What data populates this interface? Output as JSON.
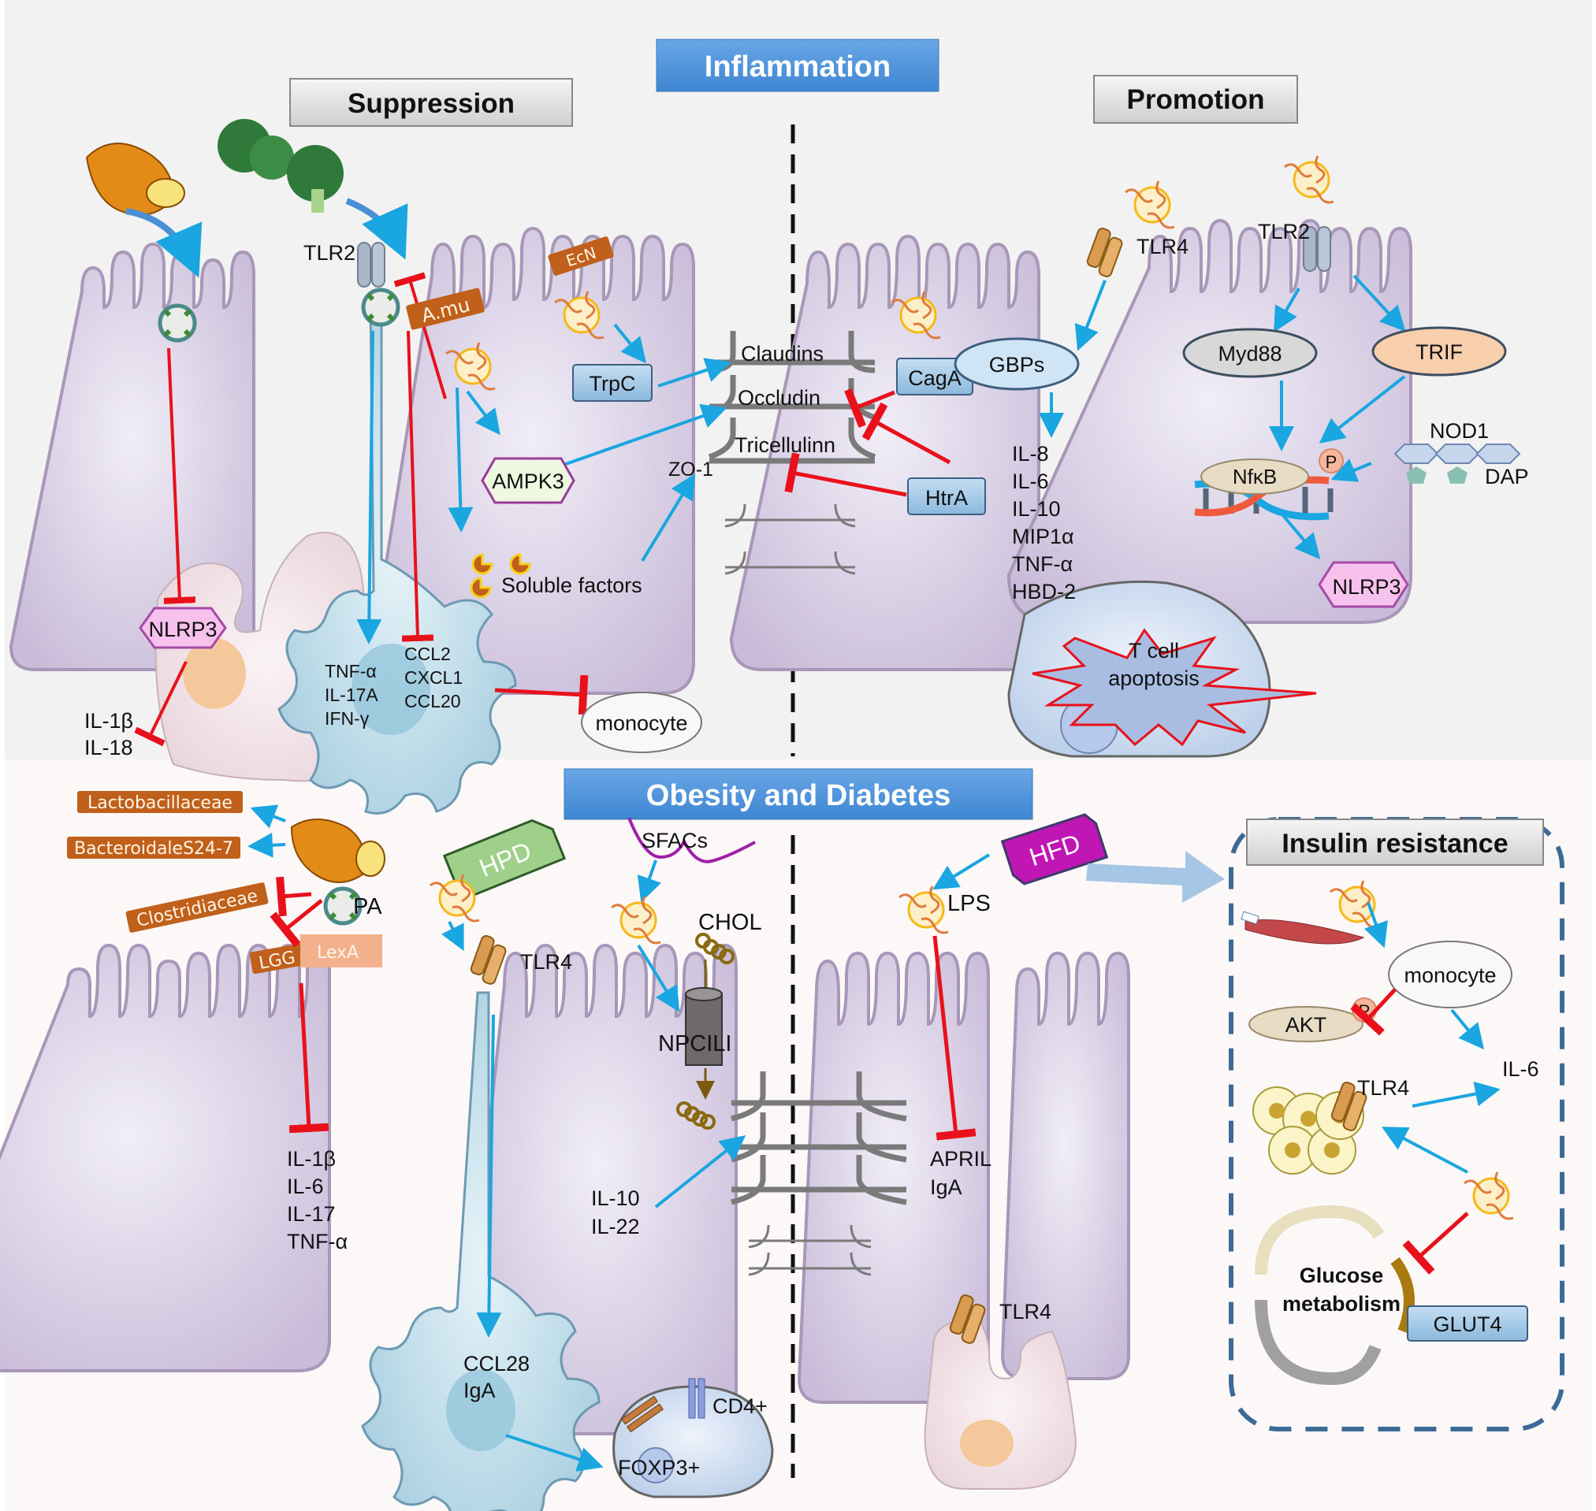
{
  "sections": {
    "inflammation": {
      "title": "Inflammation",
      "suppression_label": "Suppression",
      "promotion_label": "Promotion"
    },
    "obesity": {
      "title": "Obesity and Diabetes",
      "insulin_label": "Insulin resistance"
    }
  },
  "suppression": {
    "tlr2": "TLR2",
    "bacteria_amu": "A.mu",
    "bacteria_ecn": "EcN",
    "trpc": "TrpC",
    "ampk3": "AMPK3",
    "soluble_factors": "Soluble factors",
    "zo1": "ZO-1",
    "nlrp3": "NLRP3",
    "il_left": [
      "IL-1β",
      "IL-18"
    ],
    "dc_cytokines": [
      "TNF-α",
      "IL-17A",
      "IFN-γ"
    ],
    "chemokines": [
      "CCL2",
      "CXCL1",
      "CCL20"
    ],
    "monocyte": "monocyte"
  },
  "tight_junction": {
    "claudins": "Claudins",
    "occludin": "Occludin",
    "tricellulin": "Tricellulinn"
  },
  "promotion": {
    "caga": "CagA",
    "gbps": "GBPs",
    "htra": "HtrA",
    "tlr4": "TLR4",
    "tlr2": "TLR2",
    "cytokines": [
      "IL-8",
      "IL-6",
      "IL-10",
      "MIP1α",
      "TNF-α",
      "HBD-2"
    ],
    "myd88": "Myd88",
    "trif": "TRIF",
    "nfkb": "NfκB",
    "p": "P",
    "nod1": "NOD1",
    "dap": "DAP",
    "nlrp3": "NLRP3",
    "tcell": [
      "T cell",
      "apoptosis"
    ]
  },
  "obesity_left": {
    "bacteria": [
      "Lactobacillaceae",
      "BacteroidaleS24-7",
      "Clostridiaceae"
    ],
    "pa": "PA",
    "lgg": "LGG",
    "lexa": "LexA",
    "cytokines": [
      "IL-1β",
      "IL-6",
      "IL-17",
      "TNF-α"
    ],
    "hpd": "HPD",
    "tlr4": "TLR4",
    "dc": [
      "CCL28",
      "IgA"
    ],
    "cd4": "CD4+",
    "foxp3": "FOXP3+",
    "sfacs": "SFACs",
    "chol": "CHOL",
    "npc": "NPCILI",
    "il_mid": [
      "IL-10",
      "IL-22"
    ]
  },
  "obesity_right": {
    "hfd": "HFD",
    "lps": "LPS",
    "april": [
      "APRIL",
      "IgA"
    ],
    "tlr4": "TLR4"
  },
  "insulin": {
    "monocyte": "monocyte",
    "akt": "AKT",
    "p": "P",
    "il6": "IL-6",
    "tlr4": "TLR4",
    "glucose": [
      "Glucose",
      "metabolism"
    ],
    "glut4": "GLUT4"
  },
  "colors": {
    "banner_blue": "#4a8fd6",
    "activation_arrow": "#1aa6e0",
    "inhibition": "#e8111b",
    "cell_fill": "#cdbfdc",
    "bacteria_tag": "#c0601a",
    "hpd_green": "#9fd08a",
    "hfd_magenta": "#c016b4",
    "top_bg": "#f2f2f2",
    "bottom_bg": "#fdf8f8"
  }
}
